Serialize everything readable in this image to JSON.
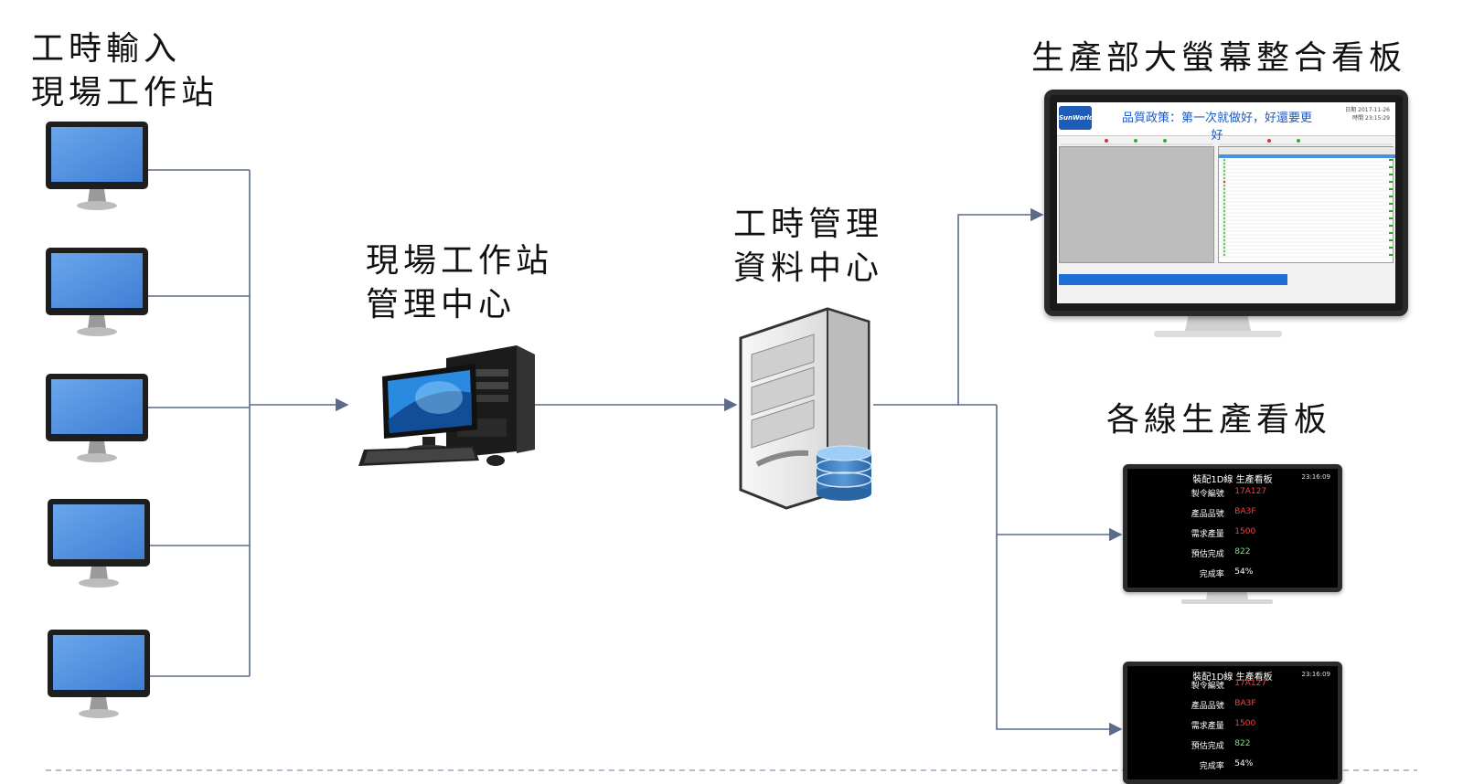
{
  "labels": {
    "workstations_line1": "工時輸入",
    "workstations_line2": "現場工作站",
    "mgmt_line1": "現場工作站",
    "mgmt_line2": "管理中心",
    "data_line1": "工時管理",
    "data_line2": "資料中心",
    "big_board": "生產部大螢幕整合看板",
    "line_boards": "各線生產看板"
  },
  "big_board_screen": {
    "logo_text": "SunWorld",
    "title": "品質政策：第一次就做好，好還要更好",
    "date_line1": "日期 2017-11-26",
    "date_line2": "時間 23:15:29"
  },
  "line_board_screen": {
    "title": "裝配1D線 生產看板",
    "time": "23:16:09",
    "rows": [
      {
        "key": "製令編號",
        "value": "17A127",
        "color": "#ff3b3b"
      },
      {
        "key": "產品品號",
        "value": "BA3F",
        "color": "#ff3b3b"
      },
      {
        "key": "需求產量",
        "value": "1500",
        "color": "#ff3b3b"
      },
      {
        "key": "預估完成",
        "value": "822",
        "color": "#7fe07f"
      },
      {
        "key": "完成率",
        "value": "54%",
        "color": "#ffffff"
      }
    ]
  },
  "colors": {
    "connector": "#5b6b8c",
    "screen_blue": "#4b8fe0",
    "dashed_line": "#9aa7c0"
  }
}
